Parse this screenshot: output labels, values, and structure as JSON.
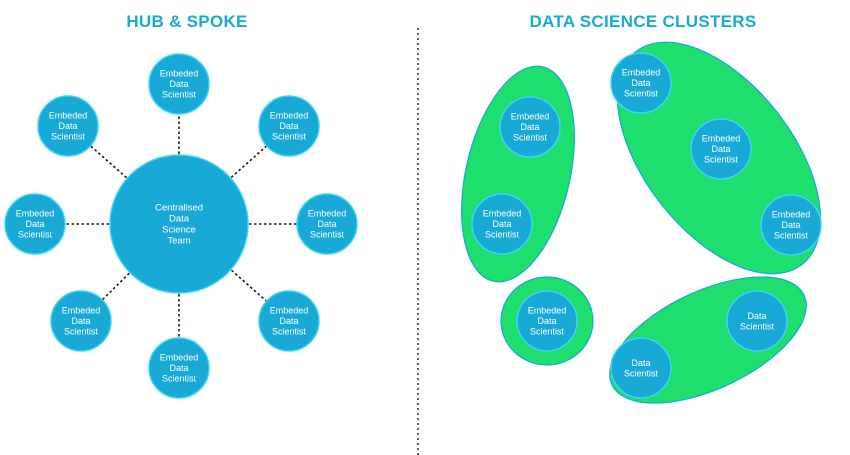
{
  "left_panel": {
    "title": "HUB & SPOKE",
    "hub_lines": [
      "Centralised",
      "Data",
      "Science",
      "Team"
    ],
    "spoke_nodes": [
      [
        "Embeded",
        "Data",
        "Scientist"
      ],
      [
        "Embeded",
        "Data",
        "Scientist"
      ],
      [
        "Embeded",
        "Data",
        "Scientist"
      ],
      [
        "Embeded",
        "Data",
        "Scientist"
      ],
      [
        "Embeded",
        "Data",
        "Scientist"
      ],
      [
        "Embeded",
        "Data",
        "Scientist"
      ],
      [
        "Embeded",
        "Data",
        "Scientist"
      ],
      [
        "Embeded",
        "Data",
        "Scientist"
      ]
    ]
  },
  "right_panel": {
    "title": "DATA SCIENCE CLUSTERS",
    "clusters": [
      {
        "nodes": [
          [
            "Embeded",
            "Data",
            "Scientist"
          ],
          [
            "Embeded",
            "Data",
            "Scientist"
          ]
        ]
      },
      {
        "nodes": [
          [
            "Embeded",
            "Data",
            "Scientist"
          ],
          [
            "Embeded",
            "Data",
            "Scientist"
          ],
          [
            "Embeded",
            "Data",
            "Scientist"
          ]
        ]
      },
      {
        "nodes": [
          [
            "Embeded",
            "Data",
            "Scientist"
          ]
        ]
      },
      {
        "nodes": [
          [
            "Data",
            "Scientist"
          ],
          [
            "Data",
            "Scientist"
          ]
        ]
      }
    ]
  },
  "colors": {
    "accent_blue": "#18a9d6",
    "cluster_green": "#1ede6e",
    "connector": "#1a1a1a"
  }
}
